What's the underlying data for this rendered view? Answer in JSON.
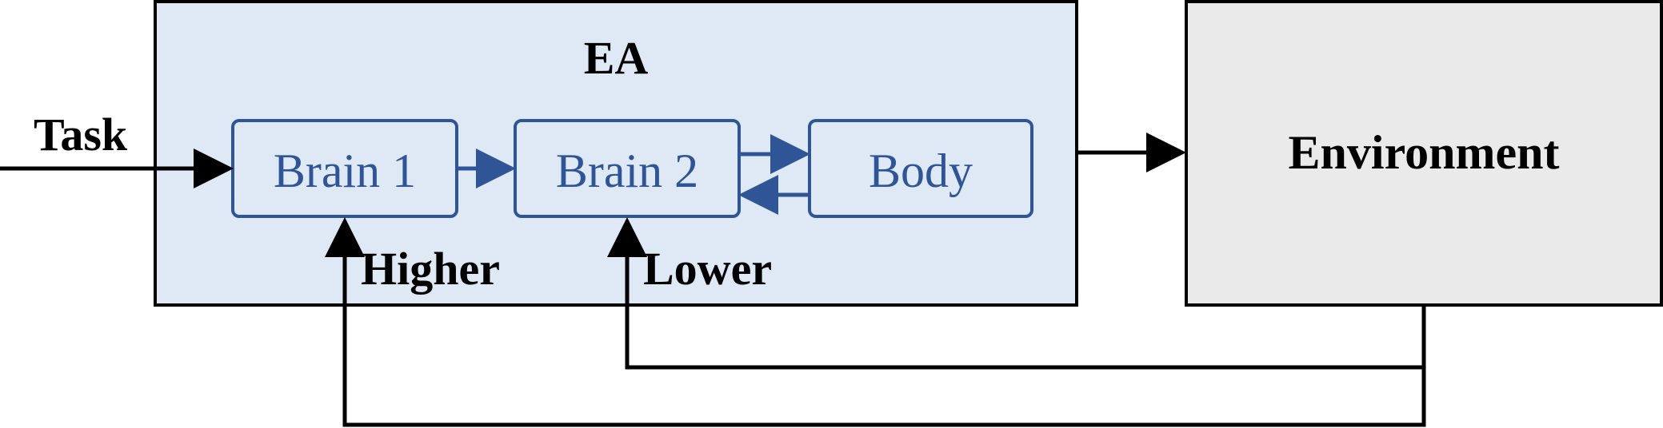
{
  "colors": {
    "ea_fill": "#DEE9F5",
    "environment_fill": "#EAEAEA",
    "inner_stroke": "#2F5597",
    "line": "#000000"
  },
  "ea": {
    "title": "EA"
  },
  "inputs": {
    "task_label": "Task"
  },
  "modules": {
    "brain1": "Brain 1",
    "brain2": "Brain 2",
    "body": "Body"
  },
  "environment": {
    "label": "Environment"
  },
  "feedback": {
    "higher_label": "Higher",
    "lower_label": "Lower"
  }
}
